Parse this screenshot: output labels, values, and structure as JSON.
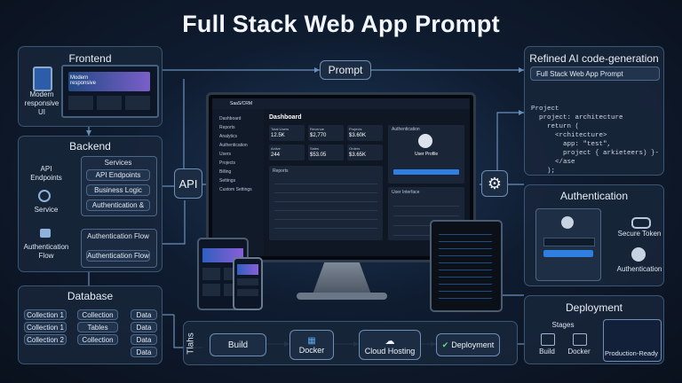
{
  "title": "Full Stack Web App Prompt",
  "frontend": {
    "title": "Frontend",
    "device_caption": "Modern responsive UI",
    "screen_text": "Modern responsive"
  },
  "backend": {
    "title": "Backend",
    "api_endpoints": "API Endpoints",
    "service": "Service",
    "auth_flow": "Authentication Flow",
    "services_title": "Services",
    "services": [
      "API Endpoints",
      "Business Logic",
      "Authentication &"
    ],
    "auth_flow_box_title": "Authentication Flow",
    "auth_flow_box_item": "Authentication Flow"
  },
  "database": {
    "title": "Database",
    "collections": [
      "Collection 1",
      "Collection 1",
      "Collection 2"
    ],
    "middle": [
      "Collection",
      "Tables",
      "Collection"
    ],
    "data": [
      "Data",
      "Data",
      "Data",
      "Data"
    ]
  },
  "prompt_label": "Prompt",
  "api_label": "API",
  "refined": {
    "title": "Refined AI code-generation",
    "subtitle": "Full Stack Web App Prompt",
    "code": [
      "Project",
      "  project: architecture",
      "    return (",
      "      <rchitecture>",
      "        app: \"test\",",
      "        project { arkieteers) }-",
      "      </ase",
      "    );"
    ]
  },
  "authentication": {
    "title": "Authentication",
    "secure_token": "Secure Token",
    "auth_label": "Authentication"
  },
  "deployment": {
    "title": "Deployment",
    "stages_label": "Stages",
    "stages": [
      "Build",
      "Docker"
    ],
    "prod": "Production-Ready"
  },
  "pipeline": {
    "side_label": "Tlahs",
    "steps": [
      "Build",
      "Docker",
      "Cloud Hosting",
      "Deployment"
    ]
  },
  "dashboard": {
    "brand": "SaaS/CRM",
    "heading": "Dashboard",
    "nav": [
      "Dashboard",
      "Reports",
      "Analytics",
      "Authentication",
      "Users",
      "Projects",
      "Billing",
      "Settings",
      "Custom Settings"
    ],
    "stats": [
      {
        "label": "Total Users",
        "value": "12.5K"
      },
      {
        "label": "Revenue",
        "value": "$2,770"
      },
      {
        "label": "Projects",
        "value": "$3.60K"
      },
      {
        "label": "Active",
        "value": "244"
      },
      {
        "label": "Sales",
        "value": "$53.05"
      },
      {
        "label": "Orders",
        "value": "$3.65K"
      }
    ],
    "reports_label": "Reports",
    "profile_title": "Authentication",
    "profile_name": "User Profile",
    "users_title": "User Interface"
  },
  "colors": {
    "accent": "#2f7fe0",
    "panel": "#18263a",
    "border": "#3b5575",
    "line": "#5c83ae"
  }
}
